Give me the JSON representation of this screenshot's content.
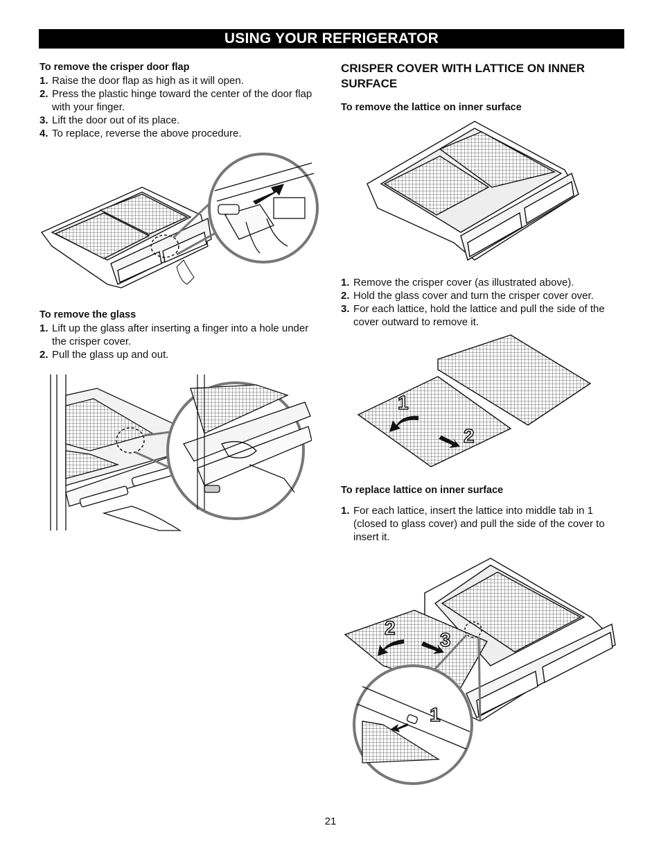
{
  "header": {
    "title": "USING YOUR REFRIGERATOR"
  },
  "left": {
    "door_flap": {
      "heading": "To remove the crisper door flap",
      "steps": [
        {
          "n": "1.",
          "text": "Raise the door flap as high as it will open."
        },
        {
          "n": "2.",
          "text": "Press the plastic hinge toward the center of the door flap with your finger."
        },
        {
          "n": "3.",
          "text": "Lift the door out of its place."
        },
        {
          "n": "4.",
          "text": "To replace, reverse the above procedure."
        }
      ]
    },
    "glass": {
      "heading": "To remove the glass",
      "steps": [
        {
          "n": "1.",
          "text": "Lift up the glass after inserting a finger into a hole under the crisper cover."
        },
        {
          "n": "2.",
          "text": "Pull the glass up and out."
        }
      ]
    }
  },
  "right": {
    "section_title": "CRISPER COVER WITH LATTICE ON INNER SURFACE",
    "remove_lattice": {
      "heading": "To remove the lattice on inner surface",
      "steps": [
        {
          "n": "1.",
          "text": "Remove the crisper cover (as illustrated above)."
        },
        {
          "n": "2.",
          "text": "Hold the glass cover and turn the crisper cover over."
        },
        {
          "n": "3.",
          "text": "For each lattice, hold the lattice and pull the side of the cover outward to remove it."
        }
      ]
    },
    "replace_lattice": {
      "heading": "To replace lattice on inner surface",
      "steps": [
        {
          "n": "1.",
          "text": "For each lattice, insert the lattice into middle tab in 1 (closed to glass cover) and pull the side of the cover to insert it."
        }
      ]
    },
    "callouts": {
      "remove": [
        "1",
        "2"
      ],
      "replace": [
        "2",
        "3",
        "1"
      ]
    }
  },
  "footer": {
    "page_number": "21"
  }
}
